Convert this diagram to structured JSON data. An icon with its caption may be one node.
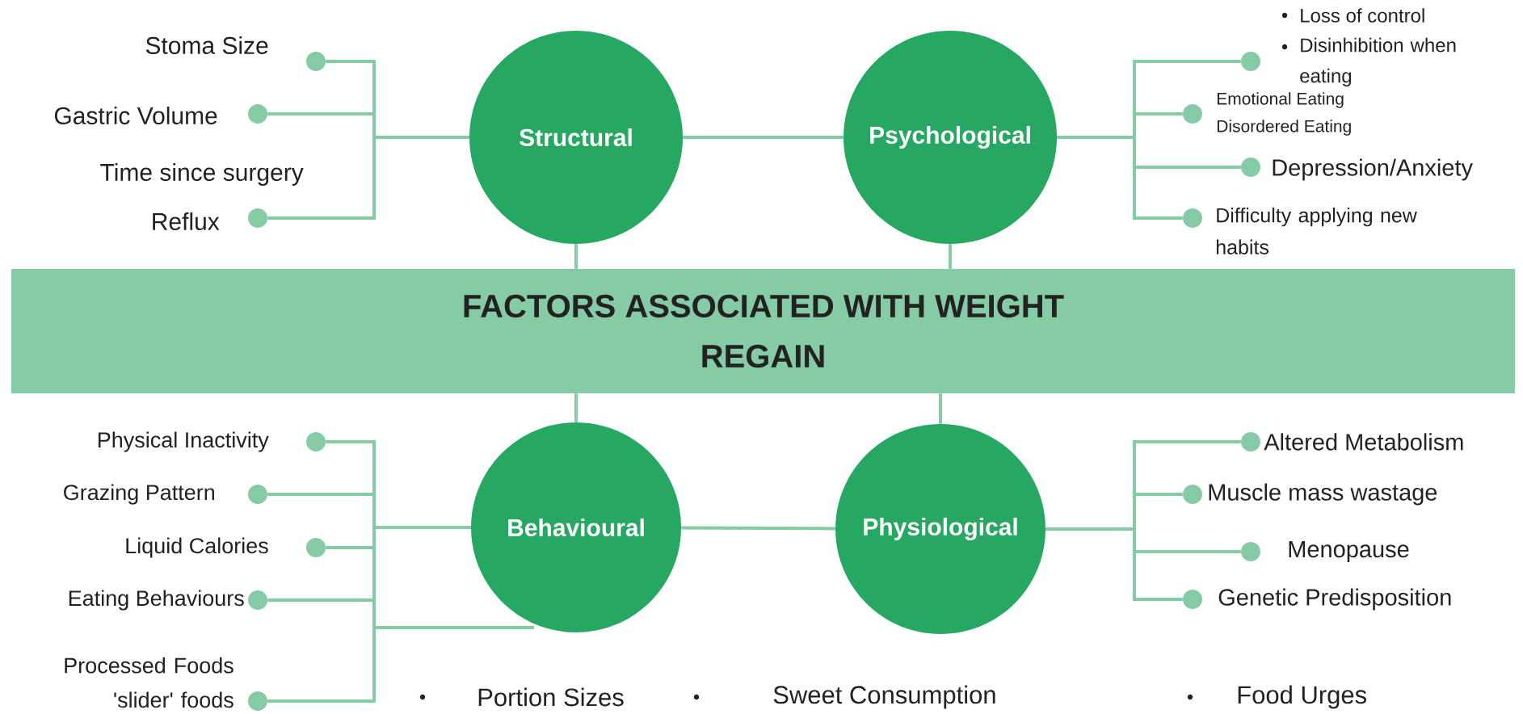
{
  "diagram": {
    "nodes": [
      {
        "text": [
          "Structural"
        ]
      },
      {
        "text": [
          "Psychological"
        ]
      },
      {
        "text": [
          "FACTORS ASSOCIATED WITH WEIGHT REGAIN"
        ]
      },
      {
        "text": [
          "Behavioural"
        ]
      },
      {
        "text": [
          "Physiological"
        ]
      },
      {
        "text": [],
        "shape": "circle",
        "beside": [
          "Stoma Size"
        ]
      },
      {
        "text": [],
        "shape": "circle",
        "beside": [
          "Gastric Volume"
        ]
      },
      {
        "text": [],
        "shape": "circle",
        "beside": [
          "Reflux"
        ]
      },
      {
        "text": [],
        "shape": "circle",
        "beside": [
          "Loss of control",
          "Disinhibition when eating"
        ]
      },
      {
        "text": [],
        "shape": "circle",
        "beside": [
          "Emotional Eating",
          "Disordered Eating"
        ]
      },
      {
        "text": [],
        "shape": "circle",
        "beside": [
          "Depression/Anxiety"
        ]
      },
      {
        "text": [],
        "shape": "circle",
        "beside": [
          "Difficulty applying new habits"
        ]
      },
      {
        "text": [],
        "shape": "circle",
        "beside": [
          "Physical Inactivity"
        ]
      },
      {
        "text": [],
        "shape": "circle",
        "beside": [
          "Grazing Pattern"
        ]
      },
      {
        "text": [],
        "shape": "circle",
        "beside": [
          "Liquid Calories"
        ]
      },
      {
        "text": [],
        "shape": "circle",
        "beside": [
          "Eating Behaviours"
        ]
      },
      {
        "text": [],
        "shape": "circle",
        "beside": [
          "Processed Foods 'slider' foods"
        ]
      },
      {
        "text": [],
        "shape": "circle",
        "beside": [
          "Altered Metabolism"
        ]
      },
      {
        "text": [],
        "shape": "circle",
        "beside": [
          "Muscle mass wastage"
        ]
      },
      {
        "text": [],
        "shape": "circle",
        "beside": [
          "Menopause"
        ]
      },
      {
        "text": [],
        "shape": "circle",
        "beside": [
          "Genetic Predisposition"
        ]
      }
    ],
    "edges": [
      {
        "from": 0,
        "to": 1,
        "arrow": "none"
      },
      {
        "from": 3,
        "to": 4,
        "arrow": "none"
      },
      {
        "from": 0,
        "to": 2,
        "arrow": "none"
      },
      {
        "from": 1,
        "to": 2,
        "arrow": "none"
      },
      {
        "from": 3,
        "to": 2,
        "arrow": "none"
      },
      {
        "from": 4,
        "to": 2,
        "arrow": "none"
      },
      {
        "from": 0,
        "to": 5,
        "arrow": "none"
      },
      {
        "from": 0,
        "to": 6,
        "arrow": "none"
      },
      {
        "from": 0,
        "to": 7,
        "arrow": "none"
      },
      {
        "from": 1,
        "to": 8,
        "arrow": "none"
      },
      {
        "from": 1,
        "to": 9,
        "arrow": "none"
      },
      {
        "from": 1,
        "to": 10,
        "arrow": "none"
      },
      {
        "from": 1,
        "to": 11,
        "arrow": "none"
      },
      {
        "from": 3,
        "to": 12,
        "arrow": "none"
      },
      {
        "from": 3,
        "to": 13,
        "arrow": "none"
      },
      {
        "from": 3,
        "to": 14,
        "arrow": "none"
      },
      {
        "from": 3,
        "to": 15,
        "arrow": "none"
      },
      {
        "from": 3,
        "to": 16,
        "arrow": "none"
      },
      {
        "from": 4,
        "to": 17,
        "arrow": "none"
      },
      {
        "from": 4,
        "to": 18,
        "arrow": "none"
      },
      {
        "from": 4,
        "to": 19,
        "arrow": "none"
      },
      {
        "from": 4,
        "to": 20,
        "arrow": "none"
      }
    ],
    "labels": [
      "Time since surgery",
      "Portion Sizes",
      "Sweet Consumption",
      "Food Urges"
    ]
  }
}
